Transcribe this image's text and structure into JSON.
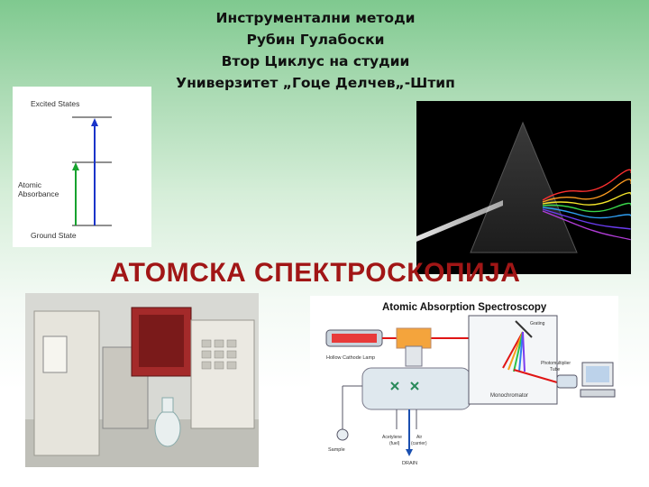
{
  "header": {
    "line1": "Инструментални методи",
    "line2": "Рубин Гулабоски",
    "line3": "Втор Циклус на студии",
    "line4": "Универзитет „Гоце Делчев„-Штип"
  },
  "slide_title": "АТОМСКА СПЕКТРОСКОПИЈА",
  "energy_diagram": {
    "excited_label": "Excited States",
    "absorbance_line1": "Atomic",
    "absorbance_line2": "Absorbance",
    "ground_label": "Ground State"
  },
  "aas_diagram": {
    "title": "Atomic Absorption Spectroscopy",
    "lamp_label": "Hollow Cathode Lamp",
    "grating_label": "Grating",
    "detector_line1": "Photomultiplier",
    "detector_line2": "Tube",
    "monochromator_label": "Monochromator",
    "sample_label": "Sample",
    "fuel_line1": "Acetylene",
    "fuel_line2": "(fuel)",
    "air_line1": "Air",
    "air_line2": "(carrier)",
    "drain_label": "DRAIN"
  },
  "colors": {
    "title_red": "#a11616",
    "beam_red": "#e01515",
    "absorbance_green": "#17a22e",
    "excited_blue": "#1a34c9"
  }
}
